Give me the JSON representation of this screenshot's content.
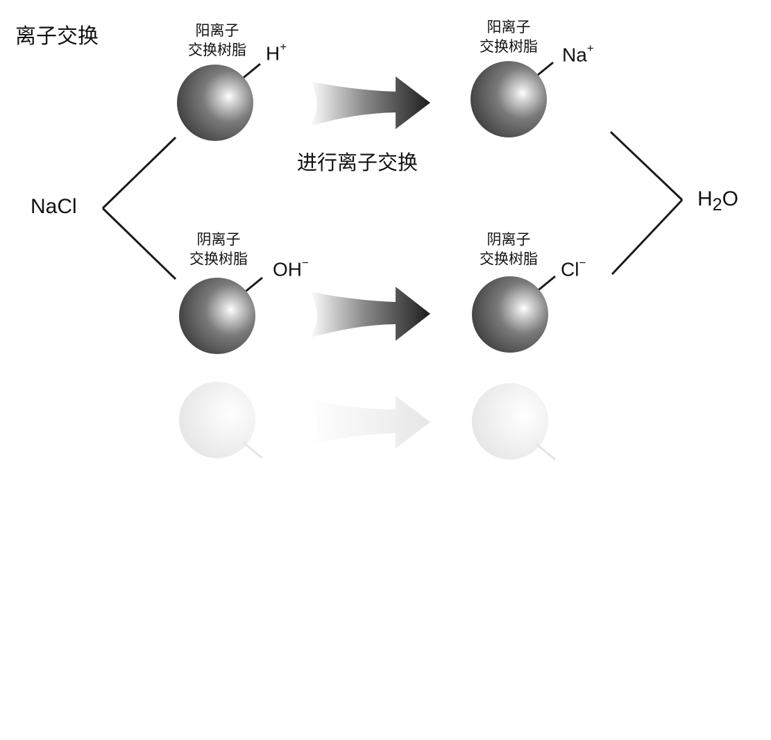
{
  "title": "离子交换",
  "process_label": "进行离子交换",
  "input_label": "NaCl",
  "output": {
    "main": "H",
    "sub": "2",
    "tail": "O"
  },
  "cation_resin": {
    "line1": "阳离子",
    "line2": "交换树脂"
  },
  "anion_resin": {
    "line1": "阴离子",
    "line2": "交换树脂"
  },
  "ions": {
    "h": {
      "main": "H",
      "sup": "+"
    },
    "na": {
      "main": "Na",
      "sup": "+"
    },
    "oh": {
      "main": "OH",
      "sup": "−"
    },
    "cl": {
      "main": "Cl",
      "sup": "−"
    }
  },
  "colors": {
    "sphere": "#555555",
    "arrow": "#2a2a2a",
    "line": "#1a1a1a"
  }
}
